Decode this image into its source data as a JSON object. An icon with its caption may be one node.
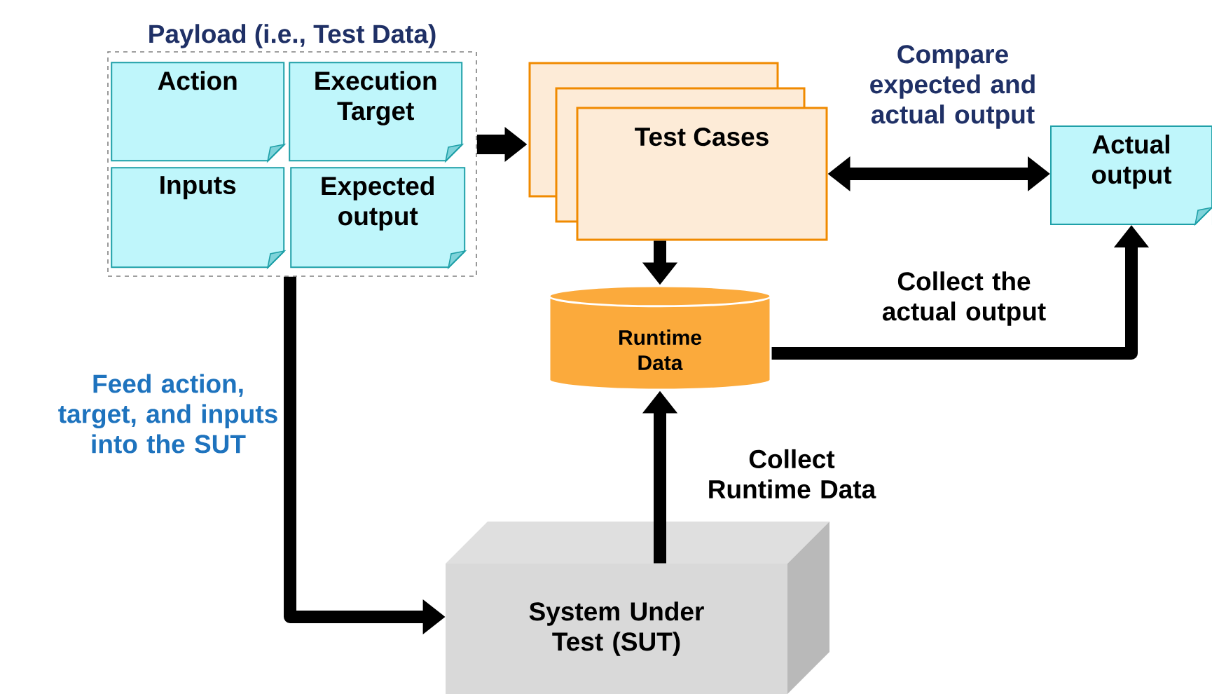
{
  "diagram": {
    "nodes": [
      {
        "text": [
          "Payload (i.e., Test Data)"
        ]
      },
      {
        "text": [
          "Action"
        ],
        "in": 0
      },
      {
        "text": [
          "Execution Target"
        ],
        "in": 0
      },
      {
        "text": [
          "Inputs"
        ],
        "in": 0
      },
      {
        "text": [
          "Expected output"
        ],
        "in": 0
      },
      {
        "text": [
          "Test Cases"
        ]
      },
      {
        "text": [
          "Actual output"
        ]
      },
      {
        "text": [
          "Runtime Data"
        ]
      },
      {
        "text": [
          "System Under Test (SUT)"
        ]
      }
    ],
    "edges": [
      {
        "from": 0,
        "to": 5,
        "arrow": "to"
      },
      {
        "from": 5,
        "to": 6,
        "arrow": "both",
        "label": "Compare expected and actual output"
      },
      {
        "from": 5,
        "to": 7,
        "arrow": "to"
      },
      {
        "from": 7,
        "to": 6,
        "arrow": "to",
        "label": "Collect the actual output"
      },
      {
        "from": 8,
        "to": 7,
        "arrow": "to",
        "label": "Collect Runtime Data"
      },
      {
        "from": 0,
        "to": 8,
        "arrow": "to",
        "label": "Feed action, target, and inputs into the SUT"
      }
    ]
  }
}
